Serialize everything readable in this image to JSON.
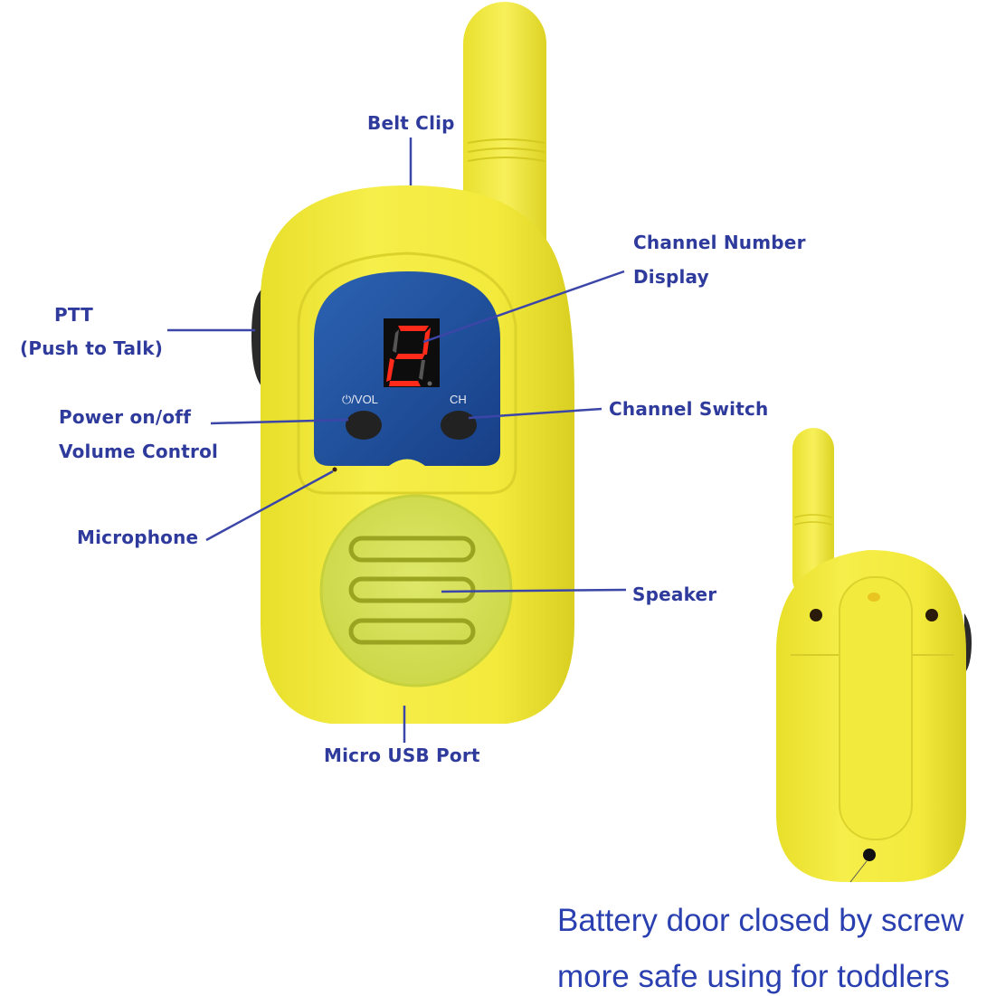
{
  "labels": {
    "belt_clip": "Belt Clip",
    "channel_number_display_line1": "Channel Number",
    "channel_number_display_line2": "Display",
    "ptt_line1": "PTT",
    "ptt_line2": "(Push to Talk)",
    "power_line1": "Power on/off",
    "power_line2": "Volume Control",
    "channel_switch": "Channel Switch",
    "microphone": "Microphone",
    "speaker": "Speaker",
    "micro_usb_port": "Micro USB Port"
  },
  "device": {
    "display_digit": "2",
    "vol_button_label": "⏻/VOL",
    "ch_button_label": "CH",
    "icons": [
      "power-icon"
    ]
  },
  "caption": {
    "line1": "Battery door closed by screw",
    "line2": "more safe using for toddlers"
  },
  "colors": {
    "label_text": "#2f3b9c",
    "caption_text": "#2a3fb0",
    "body_yellow": "#f2ea3a",
    "panel_blue": "#1f4f9a",
    "led_red": "#ff2a1a"
  }
}
